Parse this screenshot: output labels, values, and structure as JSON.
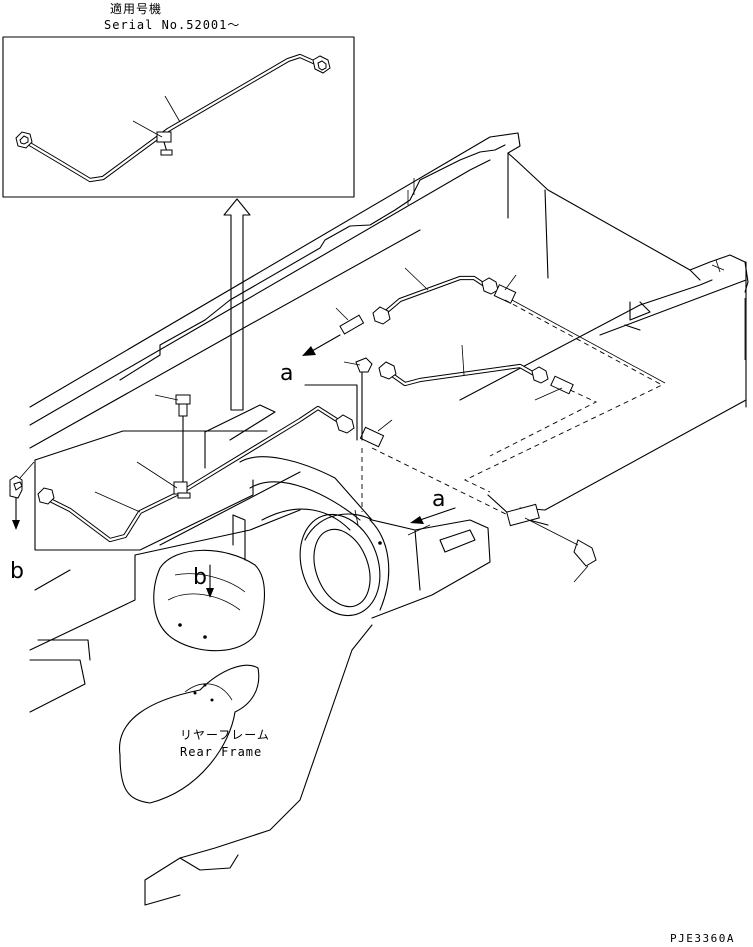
{
  "inset": {
    "title_jp": "適用号機",
    "serial": "Serial No.52001〜"
  },
  "callouts": {
    "a_upper": "a",
    "a_lower": "a",
    "b_left": "b",
    "b_frame": "b"
  },
  "rear_frame": {
    "label_jp": "リヤーフレーム",
    "label_en": "Rear Frame"
  },
  "drawing_code": "PJE3360A"
}
